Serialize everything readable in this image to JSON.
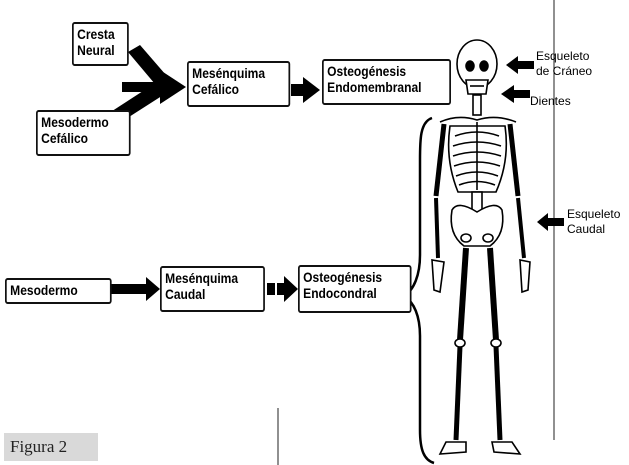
{
  "boxes": {
    "cresta_neural": [
      "Cresta",
      "Neural"
    ],
    "mesodermo_cefalico": [
      "Mesodermo",
      "Cefálico"
    ],
    "mesenquima_cefalico": [
      "Mesénquima",
      "Cefálico"
    ],
    "osteogenesis_endomembranal": [
      "Osteogénesis",
      "Endomembranal"
    ],
    "mesodermo": [
      "Mesodermo"
    ],
    "mesenquima_caudal": [
      "Mesénquima",
      "Caudal"
    ],
    "osteogenesis_endocondral": [
      "Osteogénesis",
      "Endocondral"
    ]
  },
  "labels": {
    "esqueleto_craneo": [
      "Esqueleto",
      "de Cráneo"
    ],
    "dientes": "Dientes",
    "esqueleto_caudal": [
      "Esqueleto",
      "Caudal"
    ]
  },
  "caption": "Figura 2"
}
